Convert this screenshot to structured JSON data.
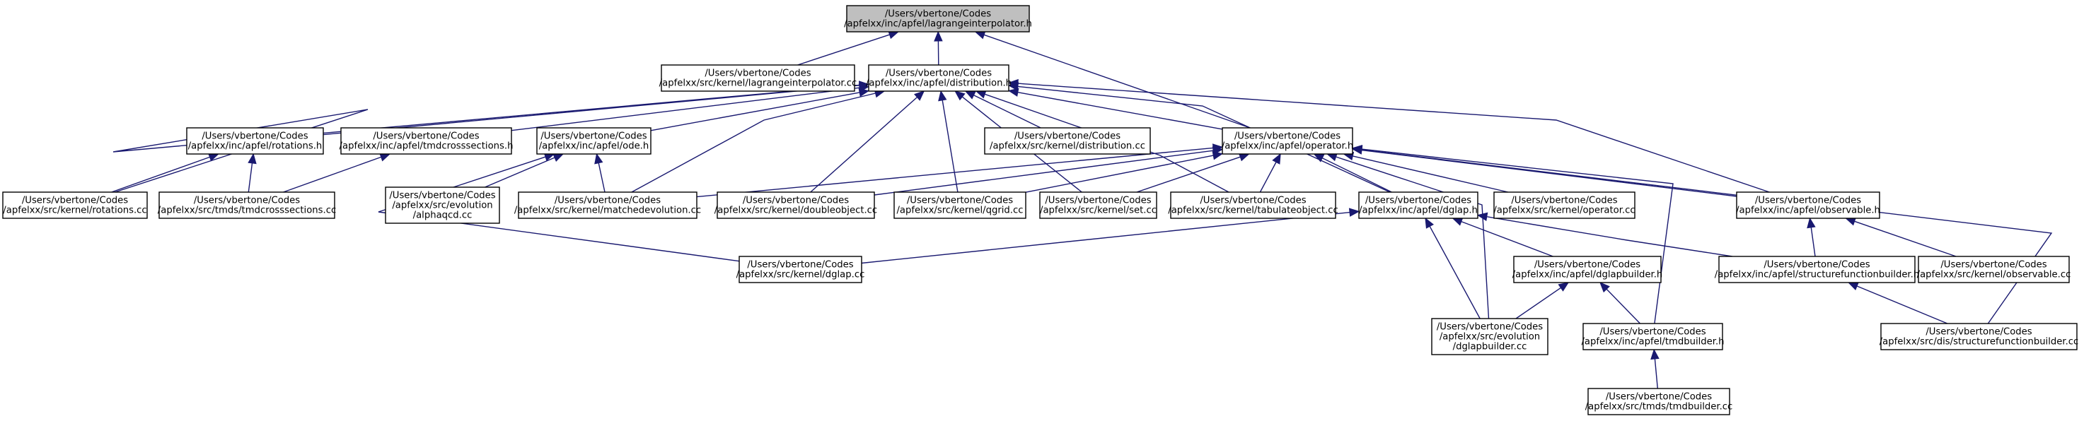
{
  "diagram": {
    "colors": {
      "edge": "#191970",
      "node_border": "#000000",
      "node_fill": "#ffffff",
      "root_fill": "#bfbfbf"
    },
    "nodes": [
      {
        "id": "lagrange_h",
        "root": true,
        "lines": [
          "/Users/vbertone/Codes",
          "/apfelxx/inc/apfel/lagrangeinterpolator.h"
        ]
      },
      {
        "id": "lagrange_cc",
        "lines": [
          "/Users/vbertone/Codes",
          "/apfelxx/src/kernel/lagrangeinterpolator.cc"
        ]
      },
      {
        "id": "distribution_h",
        "lines": [
          "/Users/vbertone/Codes",
          "/apfelxx/inc/apfel/distribution.h"
        ]
      },
      {
        "id": "rotations_h",
        "lines": [
          "/Users/vbertone/Codes",
          "/apfelxx/inc/apfel/rotations.h"
        ]
      },
      {
        "id": "tmdcross_h",
        "lines": [
          "/Users/vbertone/Codes",
          "/apfelxx/inc/apfel/tmdcrosssections.h"
        ]
      },
      {
        "id": "ode_h",
        "lines": [
          "/Users/vbertone/Codes",
          "/apfelxx/inc/apfel/ode.h"
        ]
      },
      {
        "id": "distribution_cc",
        "lines": [
          "/Users/vbertone/Codes",
          "/apfelxx/src/kernel/distribution.cc"
        ]
      },
      {
        "id": "operator_h",
        "lines": [
          "/Users/vbertone/Codes",
          "/apfelxx/inc/apfel/operator.h"
        ]
      },
      {
        "id": "rotations_cc",
        "lines": [
          "/Users/vbertone/Codes",
          "/apfelxx/src/kernel/rotations.cc"
        ]
      },
      {
        "id": "tmdcross_cc",
        "lines": [
          "/Users/vbertone/Codes",
          "/apfelxx/src/tmds/tmdcrosssections.cc"
        ]
      },
      {
        "id": "alphaqcd_cc",
        "lines": [
          "/Users/vbertone/Codes",
          "/apfelxx/src/evolution",
          "/alphaqcd.cc"
        ]
      },
      {
        "id": "matchedevolution_cc",
        "lines": [
          "/Users/vbertone/Codes",
          "/apfelxx/src/kernel/matchedevolution.cc"
        ]
      },
      {
        "id": "doubleobject_cc",
        "lines": [
          "/Users/vbertone/Codes",
          "/apfelxx/src/kernel/doubleobject.cc"
        ]
      },
      {
        "id": "qgrid_cc",
        "lines": [
          "/Users/vbertone/Codes",
          "/apfelxx/src/kernel/qgrid.cc"
        ]
      },
      {
        "id": "set_cc",
        "lines": [
          "/Users/vbertone/Codes",
          "/apfelxx/src/kernel/set.cc"
        ]
      },
      {
        "id": "tabulateobject_cc",
        "lines": [
          "/Users/vbertone/Codes",
          "/apfelxx/src/kernel/tabulateobject.cc"
        ]
      },
      {
        "id": "dglap_h",
        "lines": [
          "/Users/vbertone/Codes",
          "/apfelxx/inc/apfel/dglap.h"
        ]
      },
      {
        "id": "operator_cc",
        "lines": [
          "/Users/vbertone/Codes",
          "/apfelxx/src/kernel/operator.cc"
        ]
      },
      {
        "id": "observable_h",
        "lines": [
          "/Users/vbertone/Codes",
          "/apfelxx/inc/apfel/observable.h"
        ]
      },
      {
        "id": "dglap_cc",
        "lines": [
          "/Users/vbertone/Codes",
          "/apfelxx/src/kernel/dglap.cc"
        ]
      },
      {
        "id": "dglapbuilder_h",
        "lines": [
          "/Users/vbertone/Codes",
          "/apfelxx/inc/apfel/dglapbuilder.h"
        ]
      },
      {
        "id": "sfbuilder_h",
        "lines": [
          "/Users/vbertone/Codes",
          "/apfelxx/inc/apfel/structurefunctionbuilder.h"
        ]
      },
      {
        "id": "observable_cc",
        "lines": [
          "/Users/vbertone/Codes",
          "/apfelxx/src/kernel/observable.cc"
        ]
      },
      {
        "id": "dglapbuilder_cc",
        "lines": [
          "/Users/vbertone/Codes",
          "/apfelxx/src/evolution",
          "/dglapbuilder.cc"
        ]
      },
      {
        "id": "tmdbuilder_h",
        "lines": [
          "/Users/vbertone/Codes",
          "/apfelxx/inc/apfel/tmdbuilder.h"
        ]
      },
      {
        "id": "sfbuilder_cc",
        "lines": [
          "/Users/vbertone/Codes",
          "/apfelxx/src/dis/structurefunctionbuilder.cc"
        ]
      },
      {
        "id": "tmdbuilder_cc",
        "lines": [
          "/Users/vbertone/Codes",
          "/apfelxx/src/tmds/tmdbuilder.cc"
        ]
      }
    ],
    "edges": [
      [
        "lagrange_cc",
        "lagrange_h"
      ],
      [
        "distribution_h",
        "lagrange_h"
      ],
      [
        "operator_h",
        "lagrange_h"
      ],
      [
        "rotations_h",
        "distribution_h"
      ],
      [
        "tmdcross_h",
        "distribution_h"
      ],
      [
        "ode_h",
        "distribution_h"
      ],
      [
        "distribution_cc",
        "distribution_h"
      ],
      [
        "operator_h",
        "distribution_h"
      ],
      [
        "rotations_cc",
        "distribution_h"
      ],
      [
        "matchedevolution_cc",
        "distribution_h"
      ],
      [
        "doubleobject_cc",
        "distribution_h"
      ],
      [
        "qgrid_cc",
        "distribution_h"
      ],
      [
        "set_cc",
        "distribution_h"
      ],
      [
        "tabulateobject_cc",
        "distribution_h"
      ],
      [
        "dglap_h",
        "distribution_h"
      ],
      [
        "observable_h",
        "distribution_h"
      ],
      [
        "rotations_cc",
        "rotations_h"
      ],
      [
        "tmdcross_cc",
        "rotations_h"
      ],
      [
        "tmdcross_cc",
        "tmdcross_h"
      ],
      [
        "alphaqcd_cc",
        "ode_h"
      ],
      [
        "matchedevolution_cc",
        "ode_h"
      ],
      [
        "dglap_cc",
        "ode_h"
      ],
      [
        "matchedevolution_cc",
        "operator_h"
      ],
      [
        "doubleobject_cc",
        "operator_h"
      ],
      [
        "qgrid_cc",
        "operator_h"
      ],
      [
        "set_cc",
        "operator_h"
      ],
      [
        "tabulateobject_cc",
        "operator_h"
      ],
      [
        "dglap_h",
        "operator_h"
      ],
      [
        "operator_cc",
        "operator_h"
      ],
      [
        "observable_h",
        "operator_h"
      ],
      [
        "dglapbuilder_cc",
        "operator_h"
      ],
      [
        "tmdbuilder_h",
        "operator_h"
      ],
      [
        "sfbuilder_cc",
        "operator_h"
      ],
      [
        "dglap_cc",
        "dglap_h"
      ],
      [
        "dglapbuilder_h",
        "dglap_h"
      ],
      [
        "sfbuilder_h",
        "dglap_h"
      ],
      [
        "dglapbuilder_cc",
        "dglap_h"
      ],
      [
        "sfbuilder_h",
        "observable_h"
      ],
      [
        "observable_cc",
        "observable_h"
      ],
      [
        "dglapbuilder_cc",
        "dglapbuilder_h"
      ],
      [
        "tmdbuilder_h",
        "dglapbuilder_h"
      ],
      [
        "sfbuilder_cc",
        "sfbuilder_h"
      ],
      [
        "tmdbuilder_cc",
        "tmdbuilder_h"
      ]
    ]
  }
}
